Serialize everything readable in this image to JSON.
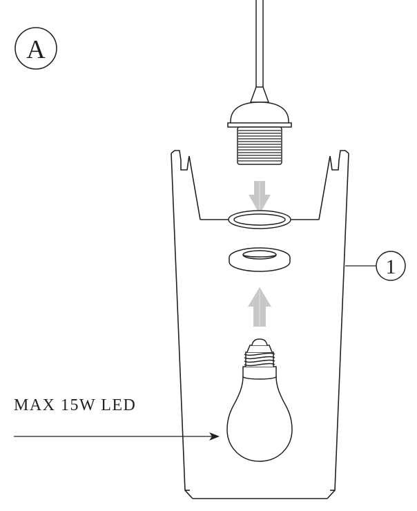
{
  "step_label": "A",
  "part_number": "1",
  "bulb_note": "MAX 15W LED",
  "colors": {
    "ink": "#231f20",
    "arrow": "#c8c8c8",
    "background": "#ffffff"
  }
}
